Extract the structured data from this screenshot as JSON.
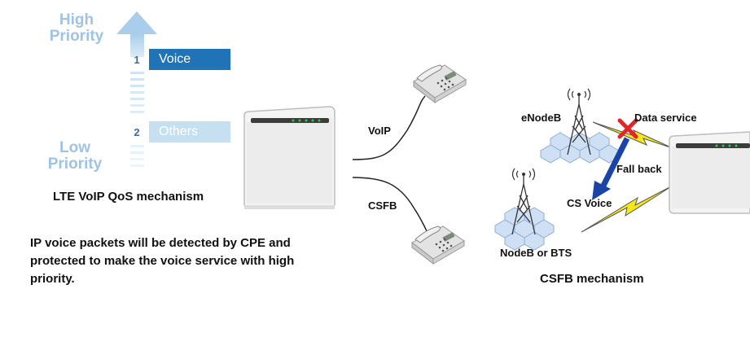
{
  "qos": {
    "high_label": "High\nPriority",
    "low_label": "Low\nPriority",
    "bands": [
      {
        "num": "1",
        "label": "Voice"
      },
      {
        "num": "2",
        "label": "Others"
      }
    ],
    "caption": "LTE VoIP QoS mechanism",
    "description": "IP voice packets will be detected by CPE and protected to make the voice service with high priority."
  },
  "links": {
    "voip": "VoIP",
    "csfb": "CSFB"
  },
  "csfb": {
    "enodeb": "eNodeB",
    "data_service": "Data service",
    "fall_back": "Fall back",
    "cs_voice": "CS Voice",
    "nodeb": "NodeB or BTS",
    "caption": "CSFB mechanism"
  },
  "colors": {
    "arrow": "#a9cdeb",
    "voice_band": "#1f73b6",
    "others_band": "#c6e0f2",
    "cross": "#e0262a",
    "fallback": "#1a44a8",
    "bolt": "#f5e81a"
  }
}
